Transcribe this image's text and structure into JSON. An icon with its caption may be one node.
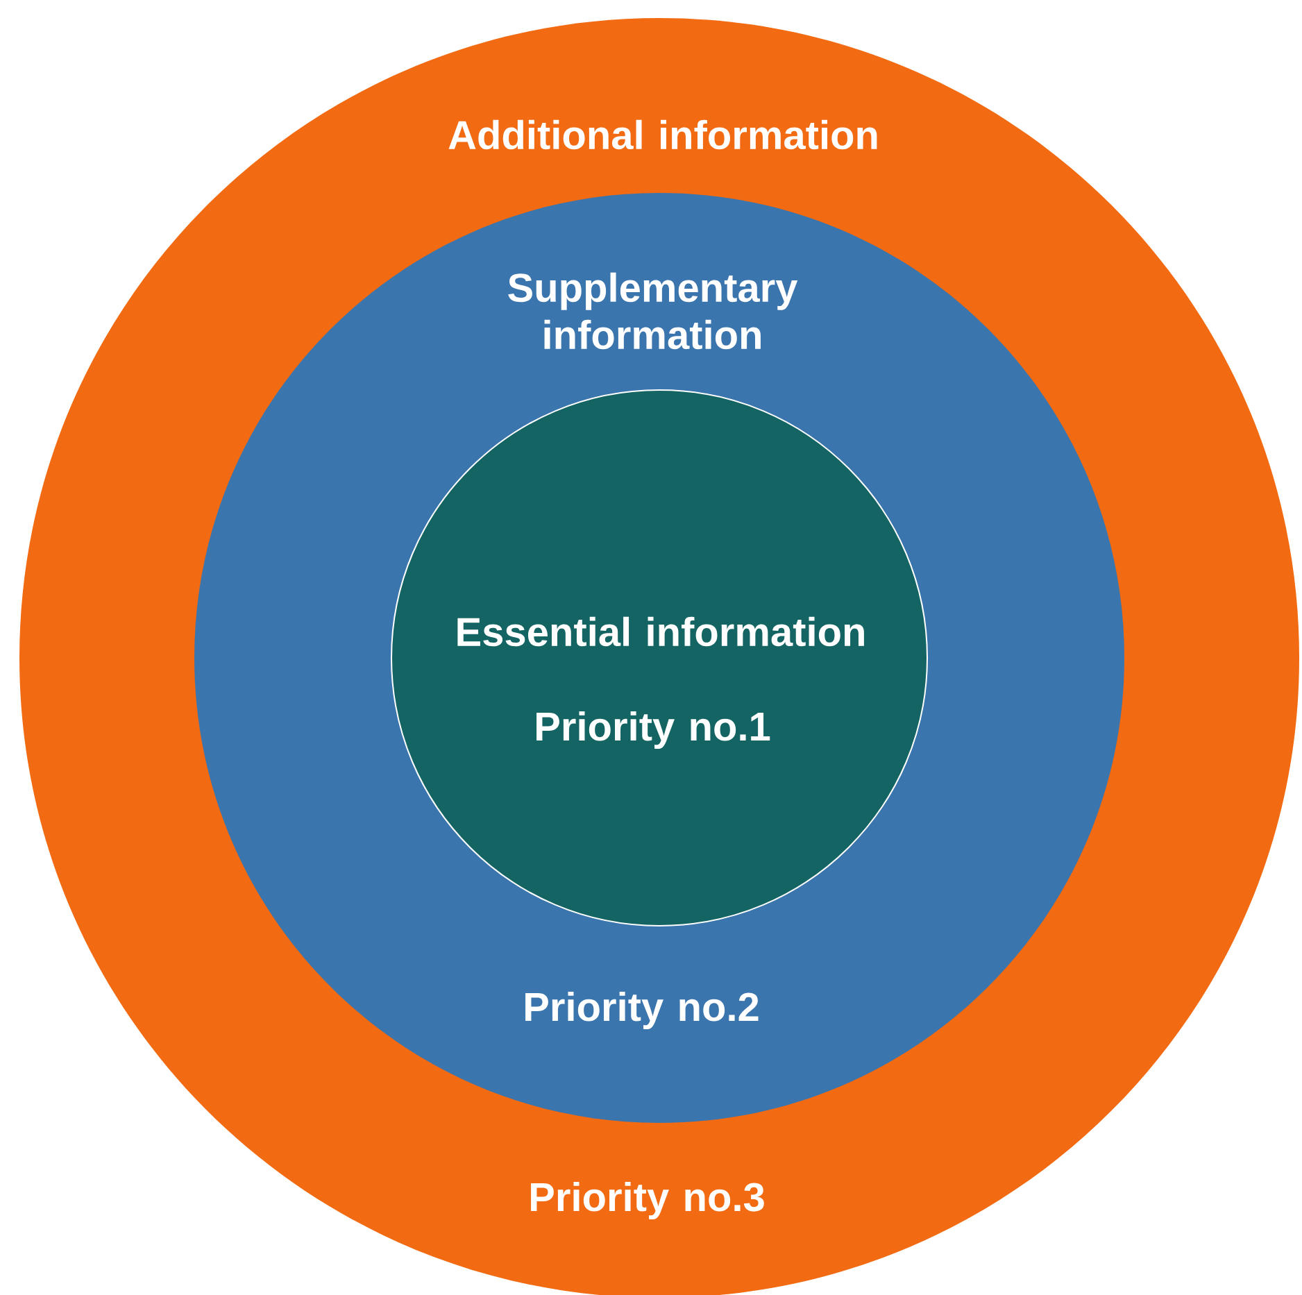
{
  "diagram": {
    "nodes": [
      {
        "text": [
          "Additional information",
          "Priority no.3"
        ]
      },
      {
        "text": [
          "Supplementary information",
          "Priority no.2"
        ],
        "in": 0
      },
      {
        "text": [
          "Essential information",
          "Priority no.1"
        ],
        "in": 1
      }
    ]
  }
}
